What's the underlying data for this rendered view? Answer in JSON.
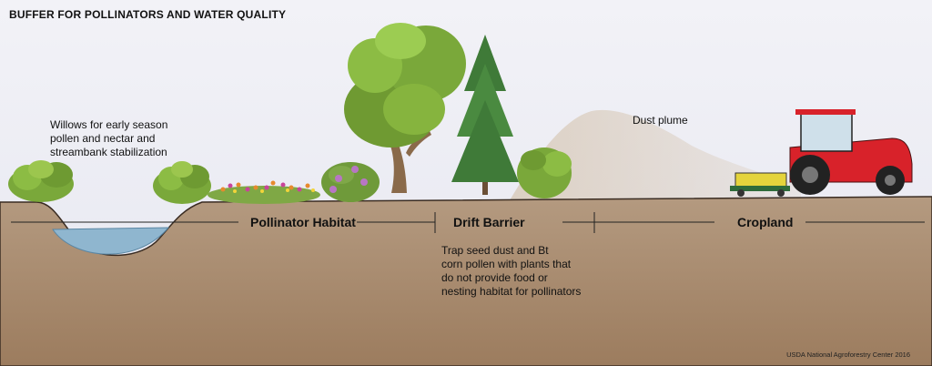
{
  "title": "BUFFER FOR POLLINATORS AND WATER QUALITY",
  "annotations": {
    "willows": "Willows for early season\npollen and nectar and\nstreambank stabilization",
    "dust_plume": "Dust plume",
    "drift_note": "Trap seed dust and Bt\ncorn pollen with plants that\ndo not provide food or\nnesting habitat for pollinators"
  },
  "zones": [
    {
      "label": "Pollinator Habitat"
    },
    {
      "label": "Drift Barrier"
    },
    {
      "label": "Cropland"
    }
  ],
  "credit": "USDA National Agroforestry Center 2016",
  "colors": {
    "sky": "#e9eaf2",
    "soil": "#a8896c",
    "water": "#8fb6cf",
    "foliage": "#78a83a",
    "tractor": "#d8222a"
  },
  "icons": [
    "willow-shrub-icon",
    "deciduous-tree-icon",
    "conifer-tree-icon",
    "shrub-icon",
    "tractor-icon",
    "seeder-icon",
    "dust-plume-icon",
    "stream-icon"
  ]
}
